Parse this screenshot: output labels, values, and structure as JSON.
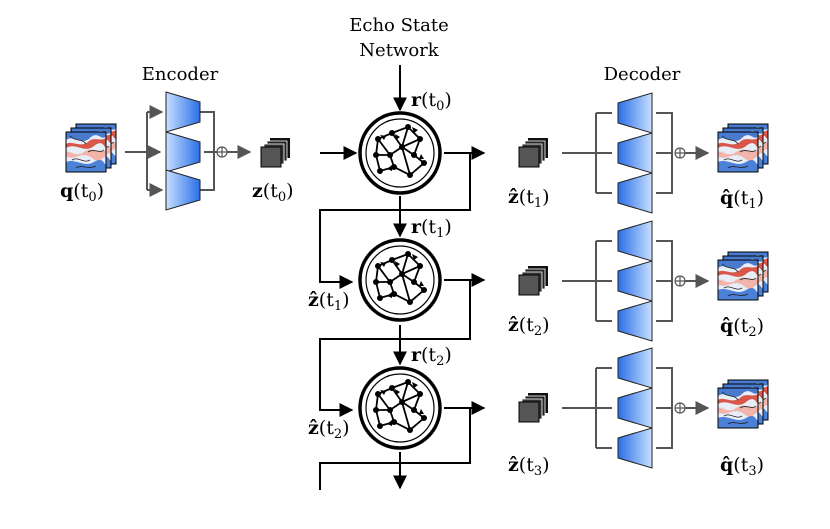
{
  "title_line1": "Echo State",
  "title_line2": "Network",
  "encoder_label": "Encoder",
  "decoder_label": "Decoder",
  "input_var": "q",
  "input_time": "(t",
  "input_sub": "0",
  "latent0_var": "z",
  "latent0_time": "(t",
  "latent0_sub": "0",
  "reservoir_var": "r",
  "steps": [
    {
      "r_sub": "0",
      "zin_sub": "",
      "zout_sub": "1",
      "qout_sub": "1"
    },
    {
      "r_sub": "1",
      "zin_sub": "1",
      "zout_sub": "2",
      "qout_sub": "2"
    },
    {
      "r_sub": "2",
      "zin_sub": "2",
      "zout_sub": "3",
      "qout_sub": "3"
    }
  ],
  "colors": {
    "trapezoid_light": "#bcd8ff",
    "trapezoid_dark": "#2a6fe8",
    "arrow": "#555555",
    "field_red": "#c0392b",
    "field_blue": "#2b65c7"
  }
}
